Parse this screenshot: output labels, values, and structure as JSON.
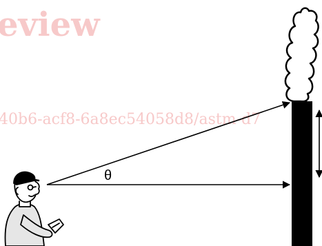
{
  "diagram": {
    "angle_label": "θ"
  },
  "watermark": {
    "title_text": "eview",
    "id_text": "40b6-acf8-6a8ec54058d8/astm-d7",
    "color": "#f7c9c9"
  },
  "colors": {
    "ink": "#000000",
    "stack": "#000000",
    "plume_fill": "#ffffff",
    "person_fill": "#e6e6e6"
  },
  "icons": {
    "observer": "observer-person-icon",
    "plume": "smoke-plume-icon"
  }
}
